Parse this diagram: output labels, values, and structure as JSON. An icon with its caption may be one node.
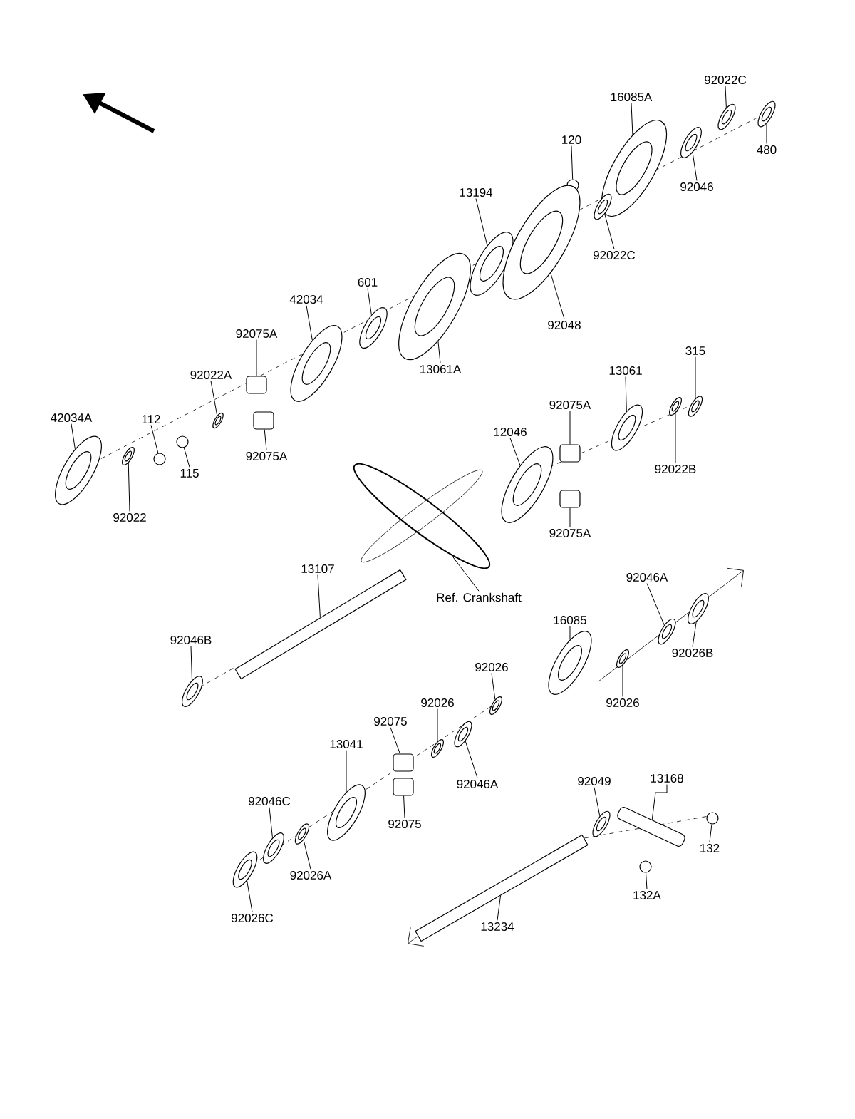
{
  "diagram": {
    "nodes": [
      {
        "text": [
          "92022C"
        ]
      },
      {
        "text": [
          "16085A"
        ]
      },
      {
        "text": [
          "480"
        ]
      },
      {
        "text": [
          "120"
        ]
      },
      {
        "text": [
          "92046"
        ]
      },
      {
        "text": [
          "13194"
        ]
      },
      {
        "text": [
          "92022C"
        ]
      },
      {
        "text": [
          "601"
        ]
      },
      {
        "text": [
          "42034"
        ]
      },
      {
        "text": [
          "92048"
        ]
      },
      {
        "text": [
          "92075A"
        ]
      },
      {
        "text": [
          "13061A"
        ]
      },
      {
        "text": [
          "315"
        ]
      },
      {
        "text": [
          "13061"
        ]
      },
      {
        "text": [
          "92022A"
        ]
      },
      {
        "text": [
          "42034A"
        ]
      },
      {
        "text": [
          "112"
        ]
      },
      {
        "text": [
          "92075A"
        ]
      },
      {
        "text": [
          "12046"
        ]
      },
      {
        "text": [
          "115"
        ]
      },
      {
        "text": [
          "92075A"
        ]
      },
      {
        "text": [
          "92022B"
        ]
      },
      {
        "text": [
          "92022"
        ]
      },
      {
        "text": [
          "92075A"
        ]
      },
      {
        "text": [
          "13107"
        ]
      },
      {
        "text": [
          "Ref. Crankshaft"
        ]
      },
      {
        "text": [
          "92046A"
        ]
      },
      {
        "text": [
          "16085"
        ]
      },
      {
        "text": [
          "92026B"
        ]
      },
      {
        "text": [
          "92046B"
        ]
      },
      {
        "text": [
          "92026"
        ]
      },
      {
        "text": [
          "92026"
        ]
      },
      {
        "text": [
          "92026"
        ]
      },
      {
        "text": [
          "92075"
        ]
      },
      {
        "text": [
          "13041"
        ]
      },
      {
        "text": [
          "92046A"
        ]
      },
      {
        "text": [
          "92049"
        ]
      },
      {
        "text": [
          "13168"
        ]
      },
      {
        "text": [
          "92046C"
        ]
      },
      {
        "text": [
          "92075"
        ]
      },
      {
        "text": [
          "132"
        ]
      },
      {
        "text": [
          "92026A"
        ]
      },
      {
        "text": [
          "132A"
        ]
      },
      {
        "text": [
          "92026C"
        ]
      },
      {
        "text": [
          "13234"
        ]
      },
      {
        "text": [],
        "shape": "ring"
      },
      {
        "text": [],
        "shape": "ring"
      },
      {
        "text": [],
        "shape": "ring"
      },
      {
        "text": [],
        "shape": "bolt"
      },
      {
        "text": [],
        "shape": "ring"
      },
      {
        "text": [],
        "shape": "ring"
      },
      {
        "text": [],
        "shape": "ring"
      },
      {
        "text": [],
        "shape": "ring"
      },
      {
        "text": [],
        "shape": "ring"
      },
      {
        "text": [],
        "shape": "ring"
      },
      {
        "text": [],
        "shape": "block"
      },
      {
        "text": [],
        "shape": "ring"
      },
      {
        "text": [],
        "shape": "ring"
      },
      {
        "text": [],
        "shape": "ring"
      },
      {
        "text": [],
        "shape": "ring"
      },
      {
        "text": [],
        "shape": "ring"
      },
      {
        "text": [],
        "shape": "bolt"
      },
      {
        "text": [],
        "shape": "block"
      },
      {
        "text": [],
        "shape": "ring"
      },
      {
        "text": [],
        "shape": "bolt"
      },
      {
        "text": [],
        "shape": "block"
      },
      {
        "text": [],
        "shape": "ring"
      },
      {
        "text": [],
        "shape": "ring"
      },
      {
        "text": [],
        "shape": "block"
      },
      {
        "text": [],
        "shape": "shaft"
      },
      {
        "text": [],
        "shape": "chain"
      },
      {
        "text": [],
        "shape": "ring"
      },
      {
        "text": [],
        "shape": "ring"
      },
      {
        "text": [],
        "shape": "ring"
      },
      {
        "text": [],
        "shape": "ring"
      },
      {
        "text": [],
        "shape": "ring"
      },
      {
        "text": [],
        "shape": "ring"
      },
      {
        "text": [],
        "shape": "ring"
      },
      {
        "text": [],
        "shape": "block"
      },
      {
        "text": [],
        "shape": "ring"
      },
      {
        "text": [],
        "shape": "ring"
      },
      {
        "text": [],
        "shape": "ring"
      },
      {
        "text": [],
        "shape": "lever"
      },
      {
        "text": [],
        "shape": "ring"
      },
      {
        "text": [],
        "shape": "block"
      },
      {
        "text": [],
        "shape": "bolt"
      },
      {
        "text": [],
        "shape": "ring"
      },
      {
        "text": [],
        "shape": "bolt"
      },
      {
        "text": [],
        "shape": "ring"
      },
      {
        "text": [],
        "shape": "shaft"
      }
    ],
    "edges": [
      {
        "from": 0,
        "to": 45,
        "arrow": "none"
      },
      {
        "from": 1,
        "to": 46,
        "arrow": "none"
      },
      {
        "from": 2,
        "to": 47,
        "arrow": "none"
      },
      {
        "from": 3,
        "to": 48,
        "arrow": "none"
      },
      {
        "from": 4,
        "to": 49,
        "arrow": "none"
      },
      {
        "from": 5,
        "to": 50,
        "arrow": "none"
      },
      {
        "from": 6,
        "to": 51,
        "arrow": "none"
      },
      {
        "from": 7,
        "to": 52,
        "arrow": "none"
      },
      {
        "from": 8,
        "to": 53,
        "arrow": "none"
      },
      {
        "from": 9,
        "to": 54,
        "arrow": "none"
      },
      {
        "from": 10,
        "to": 55,
        "arrow": "none"
      },
      {
        "from": 11,
        "to": 56,
        "arrow": "none"
      },
      {
        "from": 12,
        "to": 57,
        "arrow": "none"
      },
      {
        "from": 13,
        "to": 58,
        "arrow": "none"
      },
      {
        "from": 14,
        "to": 59,
        "arrow": "none"
      },
      {
        "from": 15,
        "to": 60,
        "arrow": "none"
      },
      {
        "from": 16,
        "to": 61,
        "arrow": "none"
      },
      {
        "from": 17,
        "to": 62,
        "arrow": "none"
      },
      {
        "from": 18,
        "to": 63,
        "arrow": "none"
      },
      {
        "from": 19,
        "to": 64,
        "arrow": "none"
      },
      {
        "from": 20,
        "to": 65,
        "arrow": "none"
      },
      {
        "from": 21,
        "to": 66,
        "arrow": "none"
      },
      {
        "from": 22,
        "to": 67,
        "arrow": "none"
      },
      {
        "from": 23,
        "to": 68,
        "arrow": "none"
      },
      {
        "from": 24,
        "to": 69,
        "arrow": "none"
      },
      {
        "from": 25,
        "to": 70,
        "arrow": "none"
      },
      {
        "from": 26,
        "to": 71,
        "arrow": "none"
      },
      {
        "from": 27,
        "to": 72,
        "arrow": "none"
      },
      {
        "from": 28,
        "to": 73,
        "arrow": "none"
      },
      {
        "from": 29,
        "to": 74,
        "arrow": "none"
      },
      {
        "from": 30,
        "to": 75,
        "arrow": "none"
      },
      {
        "from": 31,
        "to": 76,
        "arrow": "none"
      },
      {
        "from": 32,
        "to": 77,
        "arrow": "none"
      },
      {
        "from": 33,
        "to": 78,
        "arrow": "none"
      },
      {
        "from": 34,
        "to": 79,
        "arrow": "none"
      },
      {
        "from": 35,
        "to": 80,
        "arrow": "none"
      },
      {
        "from": 36,
        "to": 81,
        "arrow": "none"
      },
      {
        "from": 37,
        "to": 82,
        "arrow": "none"
      },
      {
        "from": 38,
        "to": 83,
        "arrow": "none"
      },
      {
        "from": 39,
        "to": 84,
        "arrow": "none"
      },
      {
        "from": 40,
        "to": 85,
        "arrow": "none"
      },
      {
        "from": 41,
        "to": 86,
        "arrow": "none"
      },
      {
        "from": 42,
        "to": 87,
        "arrow": "none"
      },
      {
        "from": 43,
        "to": 88,
        "arrow": "none"
      },
      {
        "from": 44,
        "to": 89,
        "arrow": "none"
      }
    ]
  }
}
